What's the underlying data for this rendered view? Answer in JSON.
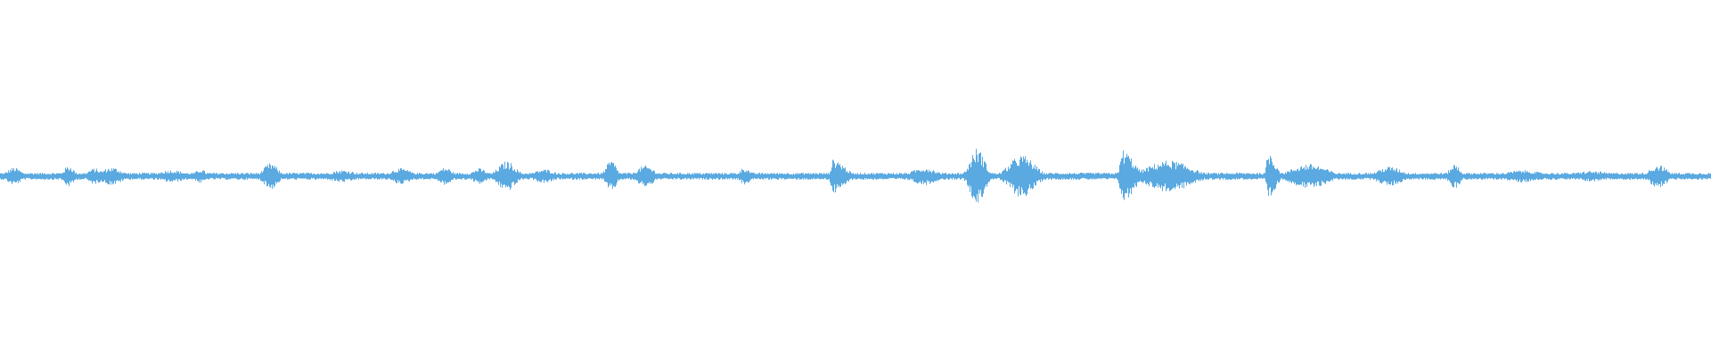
{
  "waveform": {
    "color": "#5aa9e0",
    "background": "#ffffff",
    "baseline_amplitude": 0.02,
    "bursts": [
      {
        "t": 0.008,
        "amp": 0.05,
        "spread": 0.004
      },
      {
        "t": 0.04,
        "amp": 0.06,
        "spread": 0.003
      },
      {
        "t": 0.055,
        "amp": 0.045,
        "spread": 0.004
      },
      {
        "t": 0.065,
        "amp": 0.05,
        "spread": 0.006
      },
      {
        "t": 0.1,
        "amp": 0.035,
        "spread": 0.008
      },
      {
        "t": 0.117,
        "amp": 0.04,
        "spread": 0.003
      },
      {
        "t": 0.158,
        "amp": 0.075,
        "spread": 0.004
      },
      {
        "t": 0.2,
        "amp": 0.035,
        "spread": 0.008
      },
      {
        "t": 0.234,
        "amp": 0.045,
        "spread": 0.006
      },
      {
        "t": 0.26,
        "amp": 0.05,
        "spread": 0.004
      },
      {
        "t": 0.28,
        "amp": 0.045,
        "spread": 0.004
      },
      {
        "t": 0.296,
        "amp": 0.085,
        "spread": 0.005
      },
      {
        "t": 0.318,
        "amp": 0.04,
        "spread": 0.006
      },
      {
        "t": 0.357,
        "amp": 0.09,
        "spread": 0.003
      },
      {
        "t": 0.377,
        "amp": 0.06,
        "spread": 0.005
      },
      {
        "t": 0.435,
        "amp": 0.05,
        "spread": 0.003
      },
      {
        "t": 0.487,
        "amp": 0.1,
        "spread": 0.0015,
        "attack": true
      },
      {
        "t": 0.54,
        "amp": 0.05,
        "spread": 0.007
      },
      {
        "t": 0.571,
        "amp": 0.16,
        "spread": 0.004
      },
      {
        "t": 0.597,
        "amp": 0.12,
        "spread": 0.007
      },
      {
        "t": 0.656,
        "amp": 0.15,
        "spread": 0.0015,
        "attack": true
      },
      {
        "t": 0.683,
        "amp": 0.09,
        "spread": 0.012
      },
      {
        "t": 0.741,
        "amp": 0.14,
        "spread": 0.001,
        "attack": true
      },
      {
        "t": 0.765,
        "amp": 0.07,
        "spread": 0.01
      },
      {
        "t": 0.812,
        "amp": 0.055,
        "spread": 0.007
      },
      {
        "t": 0.85,
        "amp": 0.07,
        "spread": 0.003
      },
      {
        "t": 0.89,
        "amp": 0.035,
        "spread": 0.01
      },
      {
        "t": 0.93,
        "amp": 0.03,
        "spread": 0.01
      },
      {
        "t": 0.969,
        "amp": 0.065,
        "spread": 0.005
      }
    ]
  }
}
